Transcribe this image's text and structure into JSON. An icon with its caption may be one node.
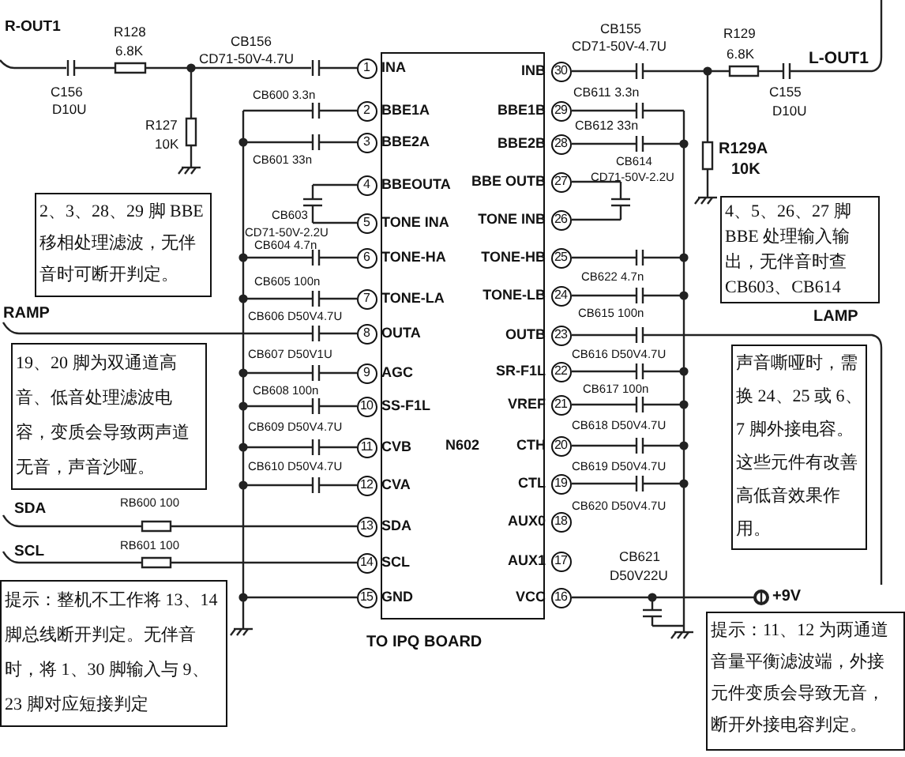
{
  "diagram": {
    "nodes": [
      {
        "text": [
          "N602"
        ]
      },
      {
        "text": [
          "1"
        ],
        "beside": [
          "INA"
        ]
      },
      {
        "text": [
          "2"
        ],
        "beside": [
          "BBE1A"
        ]
      },
      {
        "text": [
          "3"
        ],
        "beside": [
          "BBE2A"
        ]
      },
      {
        "text": [
          "4"
        ],
        "beside": [
          "BBEOUTA"
        ]
      },
      {
        "text": [
          "5"
        ],
        "beside": [
          "TONE INA"
        ]
      },
      {
        "text": [
          "6"
        ],
        "beside": [
          "TONE-HA"
        ]
      },
      {
        "text": [
          "7"
        ],
        "beside": [
          "TONE-LA"
        ]
      },
      {
        "text": [
          "8"
        ],
        "beside": [
          "OUTA"
        ]
      },
      {
        "text": [
          "9"
        ],
        "beside": [
          "AGC"
        ]
      },
      {
        "text": [
          "10"
        ],
        "beside": [
          "SS-F1L"
        ]
      },
      {
        "text": [
          "11"
        ],
        "beside": [
          "CVB"
        ]
      },
      {
        "text": [
          "12"
        ],
        "beside": [
          "CVA"
        ]
      },
      {
        "text": [
          "13"
        ],
        "beside": [
          "SDA"
        ]
      },
      {
        "text": [
          "14"
        ],
        "beside": [
          "SCL"
        ]
      },
      {
        "text": [
          "15"
        ],
        "beside": [
          "GND"
        ]
      },
      {
        "text": [
          "16"
        ],
        "beside": [
          "VCC"
        ]
      },
      {
        "text": [
          "17"
        ],
        "beside": [
          "AUX1"
        ]
      },
      {
        "text": [
          "18"
        ],
        "beside": [
          "AUX0"
        ]
      },
      {
        "text": [
          "19"
        ],
        "beside": [
          "CTL"
        ]
      },
      {
        "text": [
          "20"
        ],
        "beside": [
          "CTH"
        ]
      },
      {
        "text": [
          "21"
        ],
        "beside": [
          "VREF"
        ]
      },
      {
        "text": [
          "22"
        ],
        "beside": [
          "SR-F1L"
        ]
      },
      {
        "text": [
          "23"
        ],
        "beside": [
          "OUTB"
        ]
      },
      {
        "text": [
          "24"
        ],
        "beside": [
          "TONE-LB"
        ]
      },
      {
        "text": [
          "25"
        ],
        "beside": [
          "TONE-HB"
        ]
      },
      {
        "text": [
          "26"
        ],
        "beside": [
          "TONE INB"
        ]
      },
      {
        "text": [
          "27"
        ],
        "beside": [
          "BBE OUTB"
        ]
      },
      {
        "text": [
          "28"
        ],
        "beside": [
          "BBE2B"
        ]
      },
      {
        "text": [
          "29"
        ],
        "beside": [
          "BBE1B"
        ]
      },
      {
        "text": [
          "30"
        ],
        "beside": [
          "INB"
        ]
      },
      {
        "text": [
          "2、3、28、29 脚 BBE 移相处理滤波，无伴音时可断开判定。"
        ]
      },
      {
        "text": [
          "4、5、26、27 脚 BBE 处理输入输出，无伴音时查 CB603、CB614"
        ]
      },
      {
        "text": [
          "19、20 脚为双通道高音、低音处理滤波电容，变质会导致两声道无音，声音沙哑。"
        ]
      },
      {
        "text": [
          "声音嘶哑时，需换 24、25 或 6、7 脚外接电容。这些元件有改善高低音效果作用。"
        ]
      },
      {
        "text": [
          "提示：整机不工作将 13、14 脚总线断开判定。无伴音时，将 1、30 脚输入与 9、23 脚对应短接判定"
        ]
      },
      {
        "text": [
          "提示：11、12 为两通道音量平衡滤波端，外接元件变质会导致无音，断开外接电容判定。"
        ]
      }
    ],
    "labels": [
      "R-OUT1",
      "R128",
      "6.8K",
      "CB156",
      "CD71-50V-4.7U",
      "C156",
      "D10U",
      "R127",
      "10K",
      "CB600 3.3n",
      "CB601 33n",
      "CB603",
      "CD71-50V-2.2U",
      "CB604 4.7n",
      "CB605 100n",
      "RAMP",
      "CB606 D50V4.7U",
      "CB607 D50V1U",
      "CB608 100n",
      "CB609 D50V4.7U",
      "CB610 D50V4.7U",
      "SDA",
      "RB600 100",
      "SCL",
      "RB601 100",
      "CB155",
      "CD71-50V-4.7U",
      "R129",
      "6.8K",
      "L-OUT1",
      "C155",
      "D10U",
      "CB611 3.3n",
      "CB612 33n",
      "CB614",
      "CD71-50V-2.2U",
      "R129A",
      "10K",
      "CB622 4.7n",
      "CB615 100n",
      "LAMP",
      "CB616 D50V4.7U",
      "CB617 100n",
      "CB618 D50V4.7U",
      "CB619 D50V4.7U",
      "CB620 D50V4.7U",
      "CB621",
      "D50V22U",
      "+9V",
      "TO IPQ BOARD"
    ]
  }
}
